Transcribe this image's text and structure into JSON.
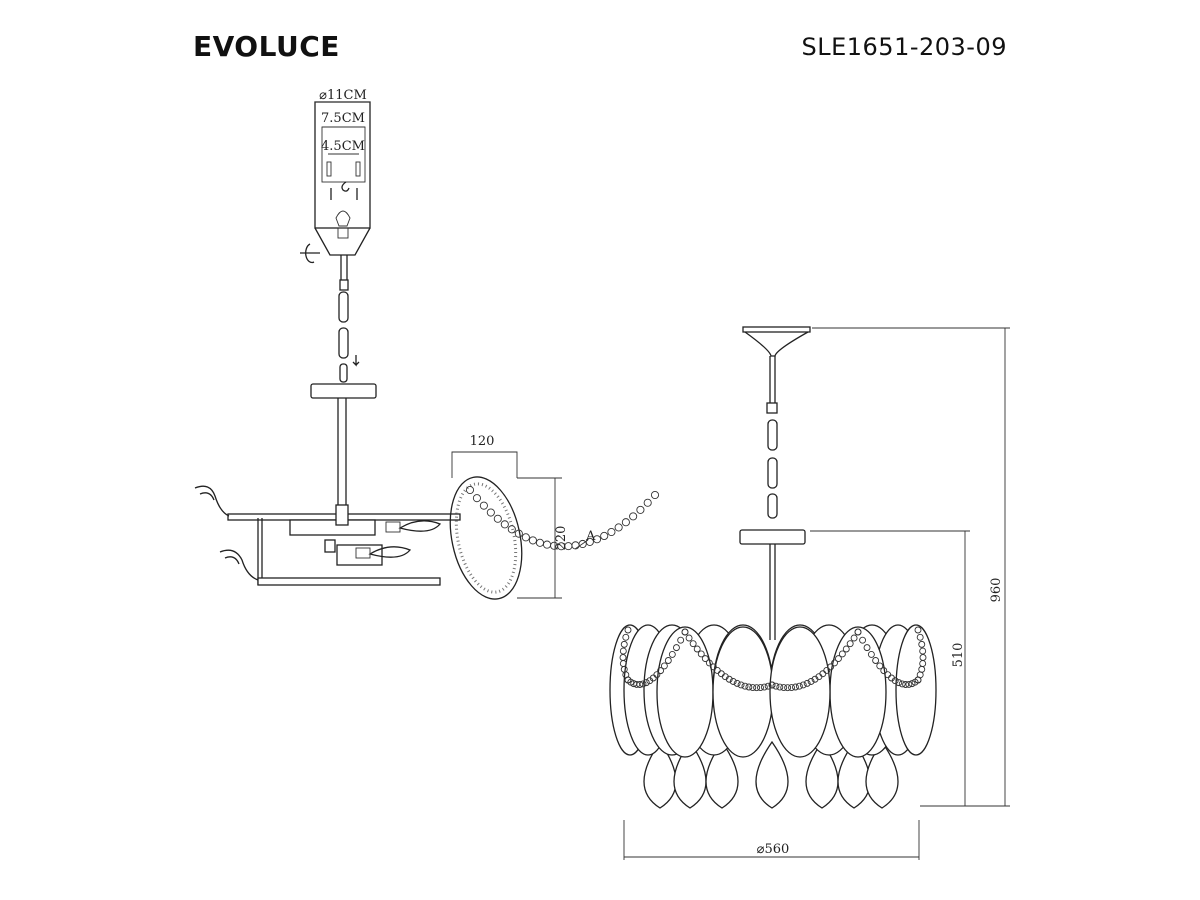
{
  "header": {
    "brand": "EVOLUCE",
    "model": "SLE1651-203-09"
  },
  "mounting_detail": {
    "outer_diameter": "⌀11CM",
    "inner_width": "7.5CM",
    "bracket_width": "4.5CM"
  },
  "leaf_detail": {
    "width": "120",
    "height": "220",
    "callout": "A"
  },
  "dimensions": {
    "total_height": "960",
    "body_height": "510",
    "diameter": "⌀560"
  }
}
